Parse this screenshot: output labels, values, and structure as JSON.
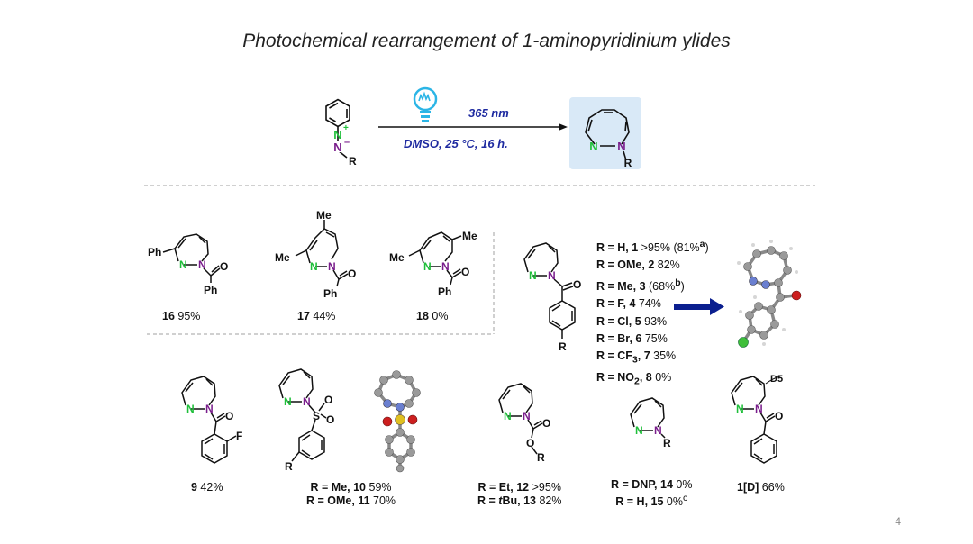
{
  "title": "Photochemical rearrangement of 1-aminopyridinium ylides",
  "reaction": {
    "wavelength": "365 nm",
    "conditions": "DMSO, 25 °C, 16 h."
  },
  "atoms": {
    "N": "N",
    "plus": "+",
    "minus": "–",
    "R": "R",
    "O": "O",
    "S": "S",
    "F": "F",
    "Ph": "Ph",
    "Me": "Me",
    "D5": "D5"
  },
  "compounds": {
    "c16": {
      "id": "16",
      "yield": " 95%"
    },
    "c17": {
      "id": "17",
      "yield": " 44%"
    },
    "c18": {
      "id": "18",
      "yield": " 0%"
    },
    "c9": {
      "id": "9",
      "yield": " 42%"
    },
    "c10": {
      "r": "R = Me, ",
      "id": "10",
      "yield": " 59%"
    },
    "c11": {
      "r": "R = OMe, ",
      "id": "11",
      "yield": " 70%"
    },
    "c12": {
      "r": "R = Et, ",
      "id": "12",
      "yield": " >95%"
    },
    "c13": {
      "r": "R = ",
      "rit": "t",
      "rtail": "Bu, ",
      "id": "13",
      "yield": " 82%"
    },
    "c14": {
      "r": "R = DNP, ",
      "id": "14",
      "yield": " 0%"
    },
    "c15": {
      "r": "R = H, ",
      "id": "15",
      "yield": " 0%",
      "sup": "c"
    },
    "c1D": {
      "id": "1[D]",
      "yield": " 66%"
    }
  },
  "r_series": [
    {
      "r": "R = H, ",
      "id": "1",
      "yield": " >95% (81%",
      "sup": "a",
      "tail": ")"
    },
    {
      "r": "R = OMe, ",
      "id": "2",
      "yield": " 82%"
    },
    {
      "r": "R = Me, ",
      "id": "3",
      "yield": " (68%",
      "sup": "b",
      "tail": ")"
    },
    {
      "r": "R = F, ",
      "id": "4",
      "yield": " 74%"
    },
    {
      "r": "R = Cl, ",
      "id": "5",
      "yield": " 93%"
    },
    {
      "r": "R = Br, ",
      "id": "6",
      "yield": " 75%"
    },
    {
      "r": "R = CF",
      "sub": "3",
      "r2": ", ",
      "id": "7",
      "yield": " 35%"
    },
    {
      "r": "R = NO",
      "sub": "2",
      "r2": ", ",
      "id": "8",
      "yield": " 0%"
    }
  ],
  "page_number": "4",
  "colors": {
    "nitrogen": "#1fbf3a",
    "nitrogen_amide": "#7a1e8c",
    "arrow_blue": "#0b1f8f",
    "condition_text": "#1e2aa0",
    "product_box": "#d9e9f7",
    "bulb": "#2bb5e6",
    "xray_carbon": "#9a9a9a",
    "xray_nitrogen": "#6a7fd0",
    "xray_oxygen": "#cc1f1f",
    "xray_chlorine": "#3fbf3a",
    "xray_sulfur": "#e0c020"
  }
}
